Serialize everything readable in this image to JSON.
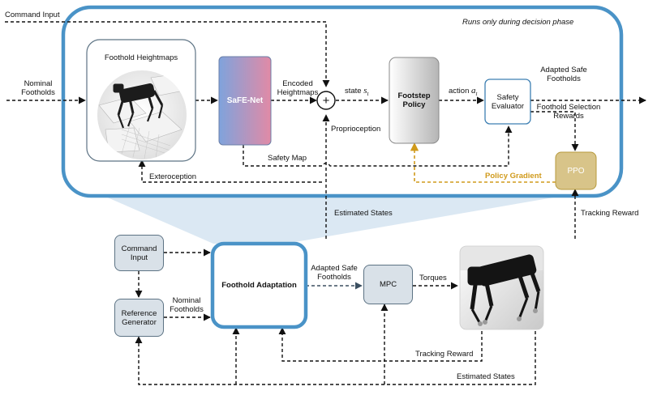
{
  "colors": {
    "phase_border": "#4a93c7",
    "box_fill": "#d9e1e8",
    "box_border": "#5d7384",
    "ppo_fill": "#d8c489",
    "ppo_border": "#b79a3c",
    "policy_gradient": "#d09a1b",
    "arrow": "#111111",
    "fan": "#cfe0ef"
  },
  "top_panel": {
    "phase_note": "Runs only during decision phase",
    "command_input_label": "Command Input",
    "nominal_footholds_label": "Nominal\nFootholds",
    "heightmaps_title": "Foothold Heightmaps",
    "safe_net_label": "SaFE-Net",
    "encoded_heightmaps_label": "Encoded\nHeightmaps",
    "sum_symbol": "+",
    "state_label": "state",
    "state_symbol": "s",
    "state_sub": "t",
    "proprioception_label": "Proprioception",
    "footstep_policy_label": "Footstep\nPolicy",
    "action_label": "action",
    "action_symbol": "a",
    "action_sub": "t",
    "safety_evaluator_label": "Safety\nEvaluator",
    "adapted_safe_footholds_label": "Adapted Safe\nFootholds",
    "foothold_selection_rewards_label": "Foothold Selection\nRewards",
    "safety_map_label": "Safety Map",
    "exteroception_label": "Exteroception",
    "policy_gradient_label": "Policy Gradient",
    "ppo_label": "PPO"
  },
  "middle": {
    "estimated_states_label": "Estimated States",
    "tracking_reward_label": "Tracking Reward"
  },
  "bottom_panel": {
    "command_input_label": "Command\nInput",
    "reference_generator_label": "Reference\nGenerator",
    "nominal_footholds_label": "Nominal\nFootholds",
    "foothold_adaptation_label": "Foothold Adaptation",
    "adapted_safe_footholds_label": "Adapted Safe\nFootholds",
    "mpc_label": "MPC",
    "torques_label": "Torques",
    "tracking_reward_label": "Tracking Reward",
    "estimated_states_label": "Estimated States"
  }
}
